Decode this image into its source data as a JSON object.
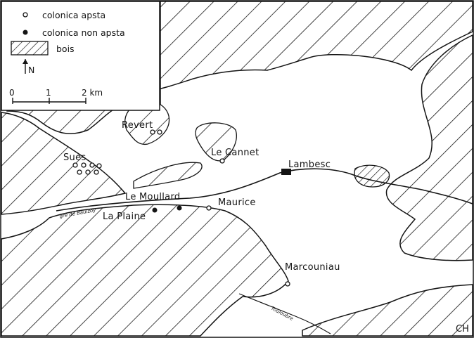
{
  "legend": {
    "items": [
      {
        "symbol": "open-circle",
        "label": "colonica apsta"
      },
      {
        "symbol": "filled-circle",
        "label": "colonica non apsta"
      },
      {
        "symbol": "hatched-box",
        "label": "bois"
      }
    ],
    "north_label": "N",
    "scale": {
      "ticks": [
        "0",
        "1",
        "2 km"
      ]
    }
  },
  "places": {
    "revert": "Revert",
    "sues": "Suès",
    "le_cannet": "Le Cannet",
    "lambesc": "Lambesc",
    "le_moullard": "Le Moullard",
    "maurice": "Maurice",
    "la_plaine": "La Plaine",
    "marcouniau": "Marcouniau"
  },
  "small_labels": {
    "route": "gre de Baulzoy",
    "stream": "Touloubre"
  },
  "corner_label": "CH",
  "colors": {
    "ink": "#141414",
    "paper": "#ffffff"
  },
  "map_symbols": {
    "revert": {
      "type": "open-circle",
      "count": 2
    },
    "sues": {
      "type": "open-circle",
      "count": 7
    },
    "le_cannet": {
      "type": "open-circle",
      "count": 1
    },
    "lambesc": {
      "type": "village-block",
      "count": 1
    },
    "le_moullard": {
      "type": "filled-circle",
      "count": 2
    },
    "maurice": {
      "type": "open-circle",
      "count": 1
    },
    "marcouniau": {
      "type": "open-circle",
      "count": 1
    }
  }
}
